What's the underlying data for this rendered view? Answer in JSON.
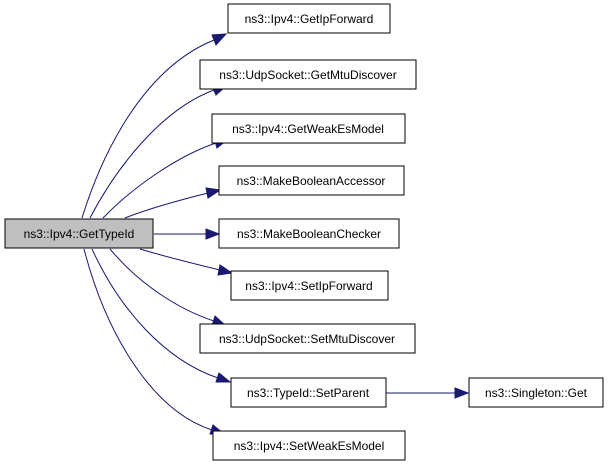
{
  "graph": {
    "edge_color": "#191970",
    "root_fill": "#bfbfbf",
    "root": {
      "id": "gettypeid",
      "label": "ns3::Ipv4::GetTypeId"
    },
    "nodes": [
      {
        "id": "getipforward",
        "label": "ns3::Ipv4::GetIpForward"
      },
      {
        "id": "getmtudiscover",
        "label": "ns3::UdpSocket::GetMtuDiscover"
      },
      {
        "id": "getweakesmodel",
        "label": "ns3::Ipv4::GetWeakEsModel"
      },
      {
        "id": "makebooleanaccessor",
        "label": "ns3::MakeBooleanAccessor"
      },
      {
        "id": "makebooleanchecker",
        "label": "ns3::MakeBooleanChecker"
      },
      {
        "id": "setipforward",
        "label": "ns3::Ipv4::SetIpForward"
      },
      {
        "id": "setmtudiscover",
        "label": "ns3::UdpSocket::SetMtuDiscover"
      },
      {
        "id": "setparent",
        "label": "ns3::TypeId::SetParent"
      },
      {
        "id": "setweakesmodel",
        "label": "ns3::Ipv4::SetWeakEsModel"
      },
      {
        "id": "singletonget",
        "label": "ns3::Singleton::Get"
      }
    ],
    "edges": [
      {
        "from": "gettypeid",
        "to": "getipforward"
      },
      {
        "from": "gettypeid",
        "to": "getmtudiscover"
      },
      {
        "from": "gettypeid",
        "to": "getweakesmodel"
      },
      {
        "from": "gettypeid",
        "to": "makebooleanaccessor"
      },
      {
        "from": "gettypeid",
        "to": "makebooleanchecker"
      },
      {
        "from": "gettypeid",
        "to": "setipforward"
      },
      {
        "from": "gettypeid",
        "to": "setmtudiscover"
      },
      {
        "from": "gettypeid",
        "to": "setparent"
      },
      {
        "from": "gettypeid",
        "to": "setweakesmodel"
      },
      {
        "from": "setparent",
        "to": "singletonget"
      }
    ]
  }
}
